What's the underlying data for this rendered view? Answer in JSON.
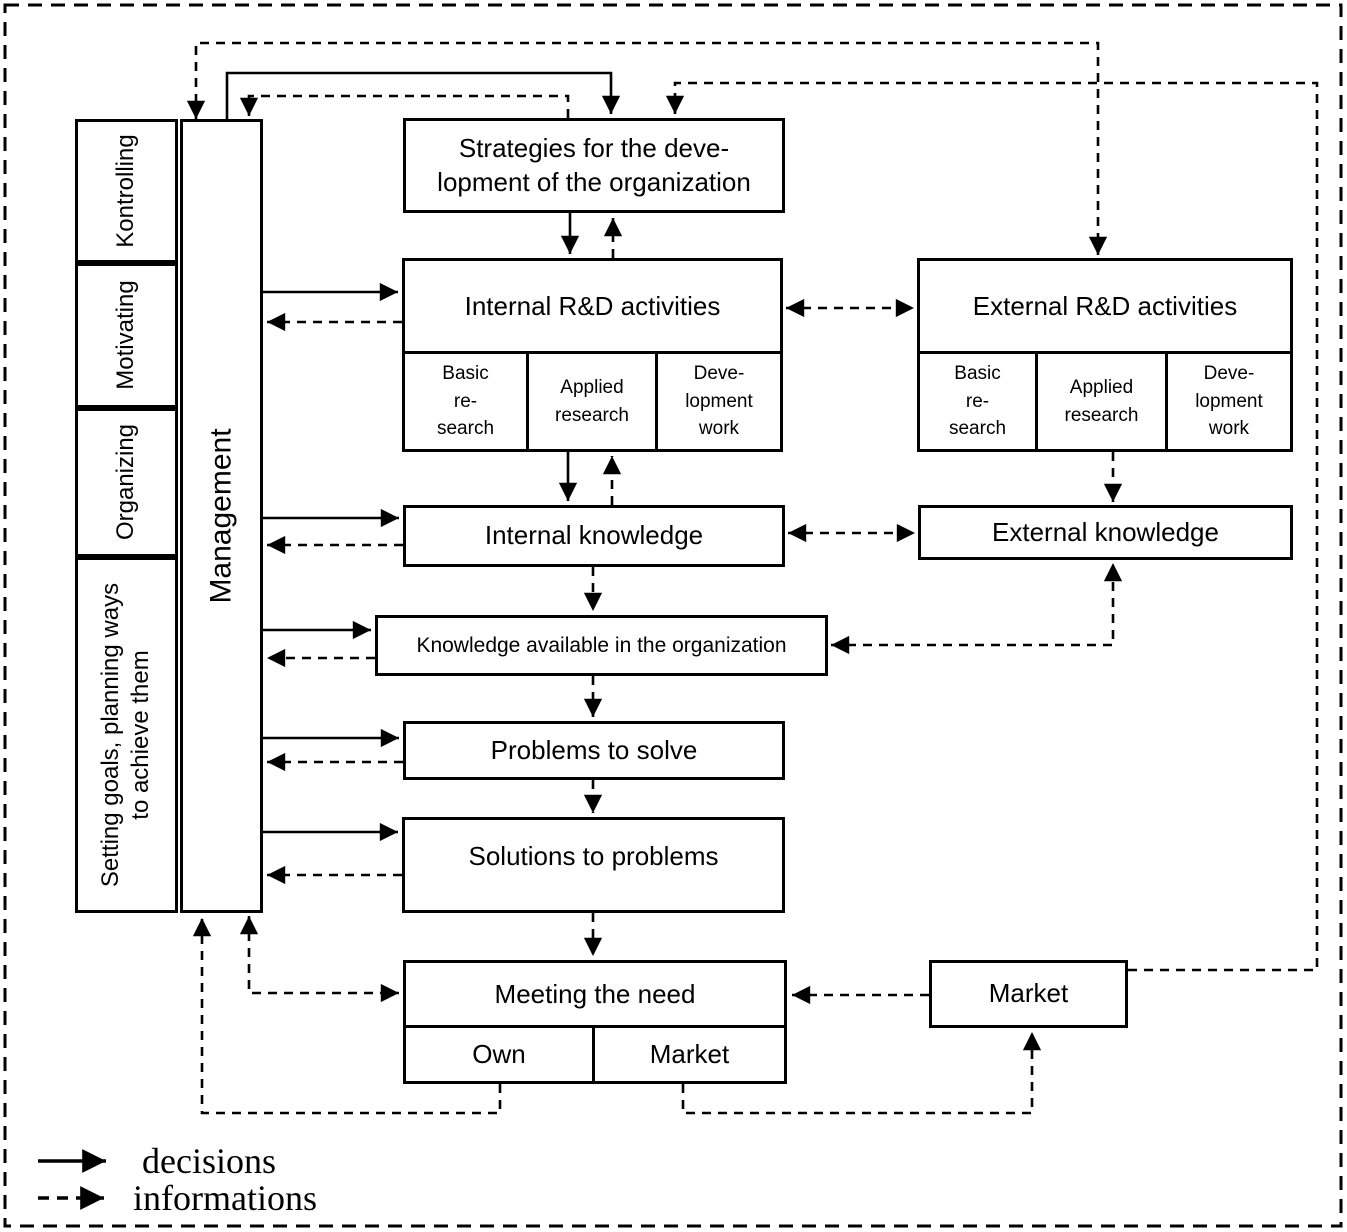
{
  "diagram": {
    "functions": [
      {
        "lines": [
          "Kontrolling"
        ]
      },
      {
        "lines": [
          "Motivating"
        ]
      },
      {
        "lines": [
          "Organizing"
        ]
      },
      {
        "lines": [
          "Setting goals, planning ways",
          "to achieve them"
        ]
      }
    ],
    "management_label": "Management",
    "strategies": {
      "line1": "Strategies for the deve-",
      "line2": "lopment of the organization"
    },
    "internal_rd_title": "Internal R&D activities",
    "external_rd_title": "External R&D activities",
    "rd_cells": [
      [
        "Basic",
        "re-",
        "search"
      ],
      [
        "Applied",
        "research"
      ],
      [
        "Deve-",
        "lopment",
        "work"
      ]
    ],
    "internal_knowledge": "Internal knowledge",
    "external_knowledge": "External knowledge",
    "knowledge_available": "Knowledge available in the organization",
    "problems": "Problems to solve",
    "solutions": "Solutions to problems",
    "meeting": {
      "title": "Meeting the need",
      "own": "Own",
      "market": "Market"
    },
    "market": "Market",
    "legend": [
      {
        "style": "solid",
        "label": "decisions"
      },
      {
        "style": "dashed",
        "label": "informations"
      }
    ],
    "colors": {
      "line": "#000000",
      "background": "#ffffff"
    }
  }
}
